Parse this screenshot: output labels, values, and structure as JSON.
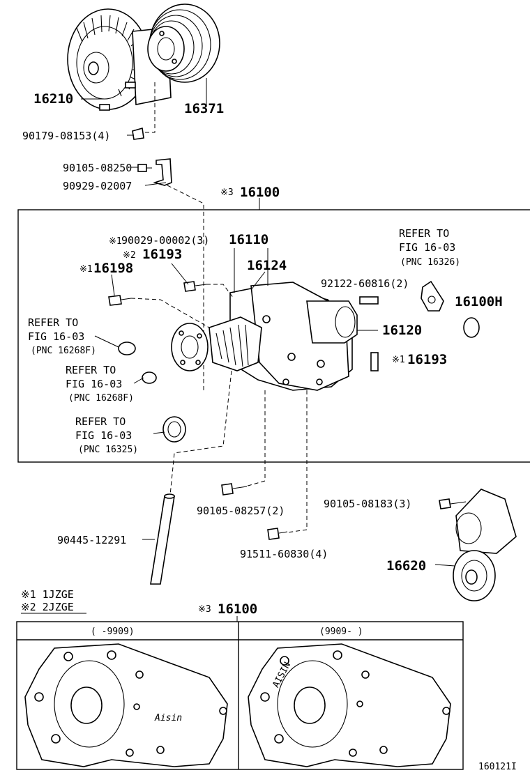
{
  "labels": {
    "p16210": "16210",
    "p16371": "16371",
    "p90179": "90179-08153(4)",
    "p90105a": "90105-08250",
    "p90929": "90929-02007",
    "p16100top_mark": "※3",
    "p16100top": "16100",
    "p90029_mark": "※1",
    "p90029": "90029-00002(3)",
    "p16110": "16110",
    "p16193a_mark": "※2",
    "p16193a": "16193",
    "p16124": "16124",
    "p16198_mark": "※1",
    "p16198": "16198",
    "p92122": "92122-60816(2)",
    "p16100H": "16100H",
    "p16120": "16120",
    "p16193b_mark": "※1",
    "p16193b": "16193",
    "ref1_a": "REFER TO",
    "ref1_b": "FIG 16-03",
    "ref1_c": "(PNC 16326)",
    "ref2_a": "REFER TO",
    "ref2_b": "FIG 16-03",
    "ref2_c": "(PNC 16268F)",
    "ref3_a": "REFER TO",
    "ref3_b": "FIG 16-03",
    "ref3_c": "(PNC 16268F)",
    "ref4_a": "REFER TO",
    "ref4_b": "FIG 16-03",
    "ref4_c": "(PNC 16325)",
    "p90105b": "90105-08257(2)",
    "p90105c": "90105-08183(3)",
    "p90445": "90445-12291",
    "p91511": "91511-60830(4)",
    "p16620": "16620",
    "note1": "※1 1JZGE",
    "note2": "※2 2JZGE",
    "p16100bot_mark": "※3",
    "p16100bot": "16100",
    "col_left": "(      -9909)",
    "col_right": "(9909-      )",
    "logo_left": "Aisin",
    "logo_right": "AISIN",
    "figure_id": "160121I"
  }
}
